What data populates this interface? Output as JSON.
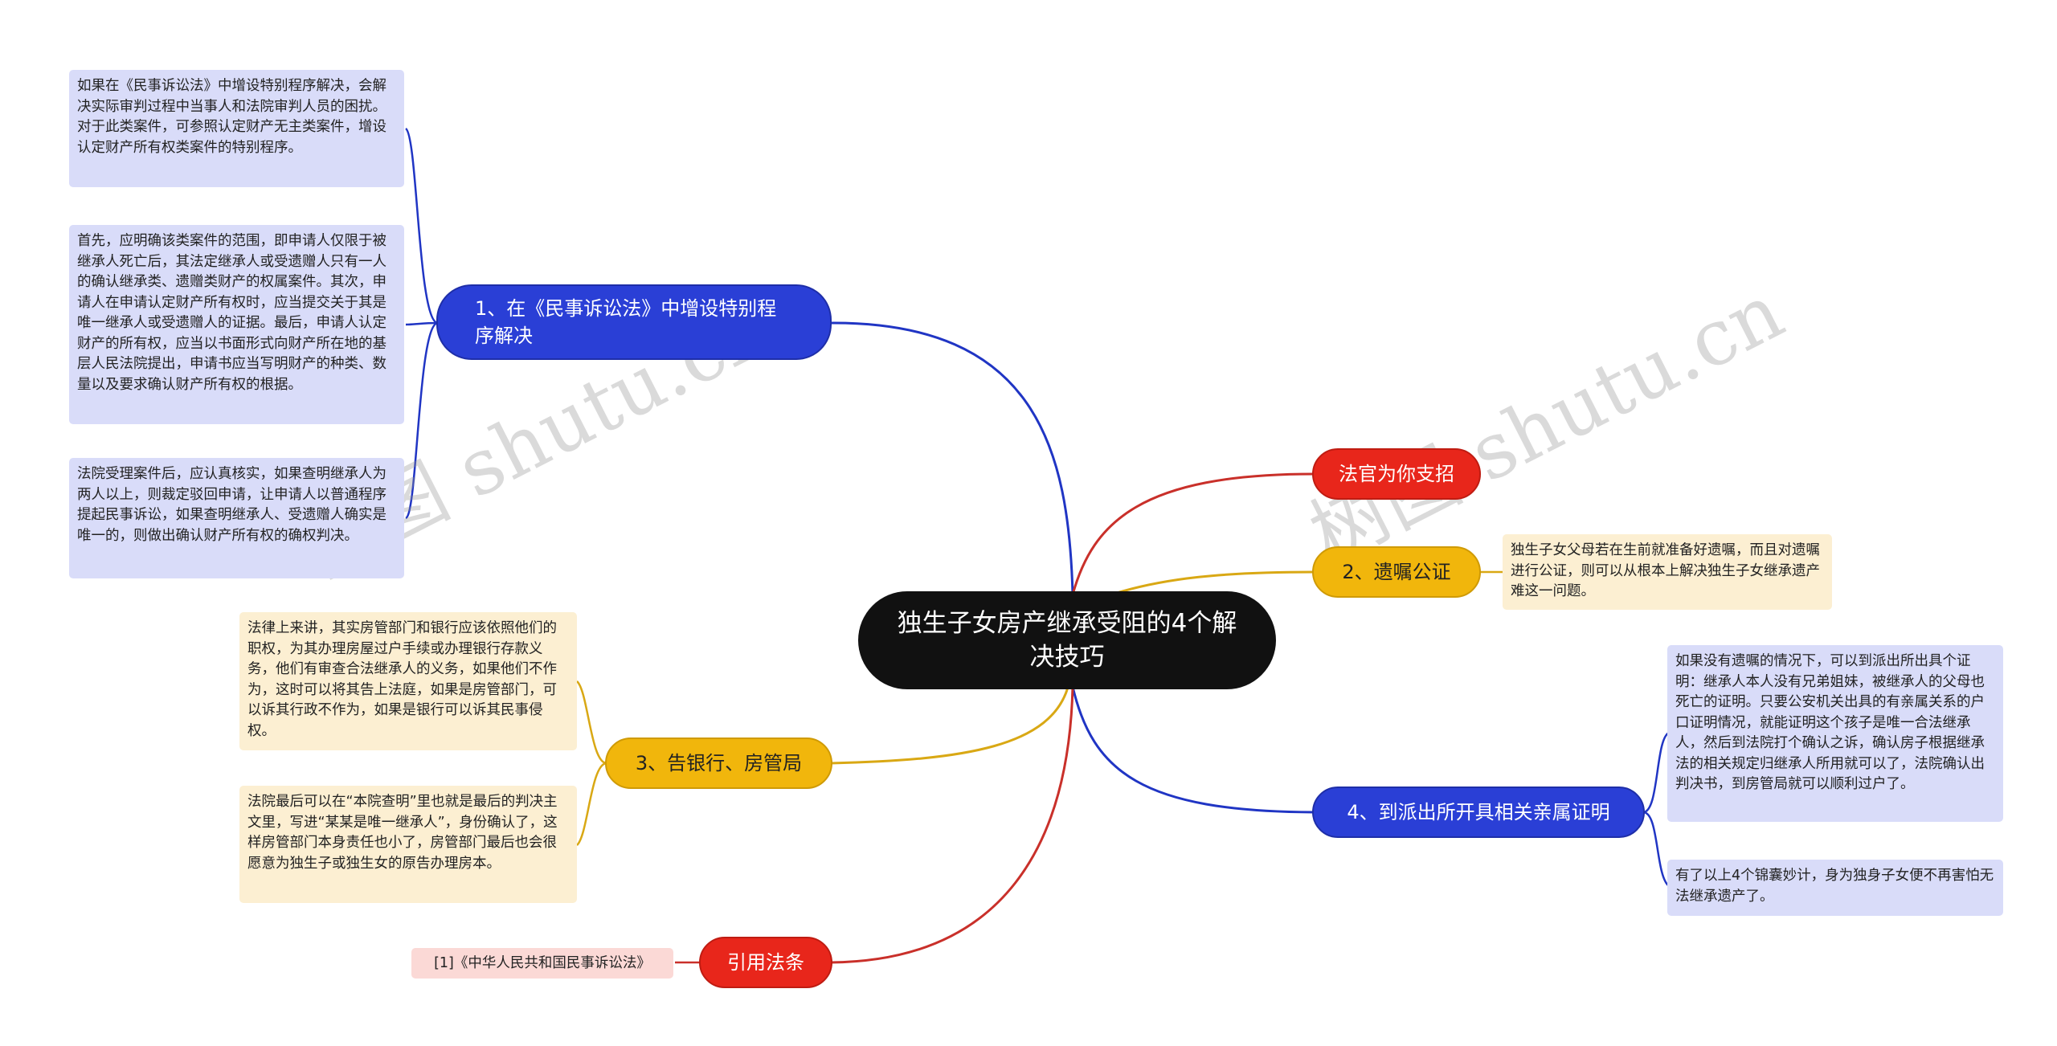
{
  "center": "独生子女房产继承受阻的4个解决技巧",
  "topics": {
    "t1": "1、在《民事诉讼法》中增设特别程序解决",
    "t2": "法官为你支招",
    "t3": "2、遗嘱公证",
    "t4": "3、告银行、房管局",
    "t5": "4、到派出所开具相关亲属证明",
    "t6": "引用法条"
  },
  "leaves": {
    "l1": "如果在《民事诉讼法》中增设特别程序解决，会解决实际审判过程中当事人和法院审判人员的困扰。对于此类案件，可参照认定财产无主类案件，增设认定财产所有权类案件的特别程序。",
    "l2": "首先，应明确该类案件的范围，即申请人仅限于被继承人死亡后，其法定继承人或受遗赠人只有一人的确认继承类、遗赠类财产的权属案件。其次，申请人在申请认定财产所有权时，应当提交关于其是唯一继承人或受遗赠人的证据。最后，申请人认定财产的所有权，应当以书面形式向财产所在地的基层人民法院提出，申请书应当写明财产的种类、数量以及要求确认财产所有权的根据。",
    "l3": "法院受理案件后，应认真核实，如果查明继承人为两人以上，则裁定驳回申请，让申请人以普通程序提起民事诉讼，如果查明继承人、受遗赠人确实是唯一的，则做出确认财产所有权的确权判决。",
    "l4": "独生子女父母若在生前就准备好遗嘱，而且对遗嘱进行公证，则可以从根本上解决独生子女继承遗产难这一问题。",
    "l5": "法律上来讲，其实房管部门和银行应该依照他们的职权，为其办理房屋过户手续或办理银行存款义务，他们有审查合法继承人的义务，如果他们不作为，这时可以将其告上法庭，如果是房管部门，可以诉其行政不作为，如果是银行可以诉其民事侵权。",
    "l6": "法院最后可以在“本院查明”里也就是最后的判决主文里，写进“某某是唯一继承人”，身份确认了，这样房管部门本身责任也小了，房管部门最后也会很愿意为独生子或独生女的原告办理房本。",
    "l7": "如果没有遗嘱的情况下，可以到派出所出具个证明：继承人本人没有兄弟姐妹，被继承人的父母也死亡的证明。只要公安机关出具的有亲属关系的户口证明情况，就能证明这个孩子是唯一合法继承人，然后到法院打个确认之诉，确认房子根据继承法的相关规定归继承人所用就可以了，法院确认出判决书，到房管局就可以顺利过户了。",
    "l8": "有了以上4个锦囊妙计，身为独身子女便不再害怕无法继承遗产了。",
    "l9": "[1]《中华人民共和国民事诉讼法》"
  },
  "watermarks": [
    "树图 shutu.cn",
    "树图 shutu.cn"
  ],
  "colors": {
    "blue": "#2a3fd6",
    "red": "#e8261b",
    "yellow": "#f1b60c",
    "center": "#111111"
  }
}
